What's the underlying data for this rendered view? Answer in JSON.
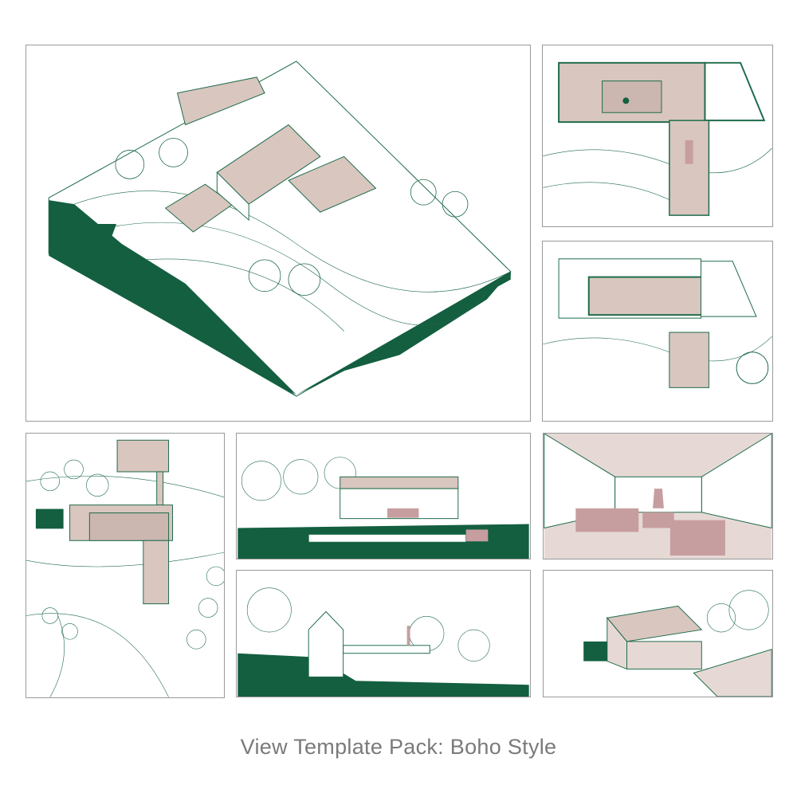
{
  "caption": "View Template Pack: Boho Style",
  "colors": {
    "ground": "#135f40",
    "line": "#1e6b4a",
    "roof": "#d8c6bf",
    "furniture": "#c79ea0",
    "frame": "#9a9a9a",
    "caption": "#7a7a7a"
  },
  "views": [
    {
      "kind": "axonometric"
    },
    {
      "kind": "floor-plan-upper"
    },
    {
      "kind": "floor-plan-lower"
    },
    {
      "kind": "site-plan"
    },
    {
      "kind": "section-long"
    },
    {
      "kind": "interior-perspective"
    },
    {
      "kind": "section-cross"
    },
    {
      "kind": "exterior-perspective"
    }
  ]
}
